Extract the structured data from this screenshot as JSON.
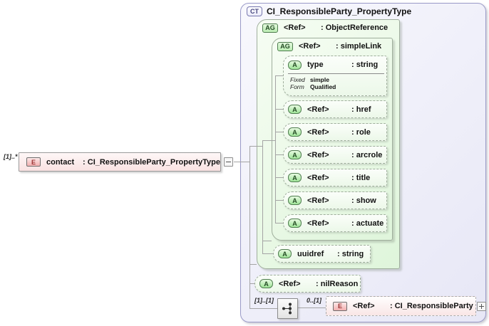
{
  "source": {
    "cardinality": "[1]..*",
    "badge": "E",
    "name": "contact",
    "type": ": CI_ResponsibleParty_PropertyType"
  },
  "complex_type": {
    "badge": "CT",
    "title": "CI_ResponsibleParty_PropertyType",
    "object_reference": {
      "badge": "AG",
      "name": "<Ref>",
      "type": ": ObjectReference",
      "simple_link": {
        "badge": "AG",
        "name": "<Ref>",
        "type": ": simpleLink",
        "type_attr": {
          "badge": "A",
          "name": "type",
          "type": ": string",
          "facets": [
            {
              "label": "Fixed",
              "value": "simple"
            },
            {
              "label": "Form",
              "value": "Qualified"
            }
          ]
        },
        "attrs": [
          {
            "badge": "A",
            "name": "<Ref>",
            "type": ": href"
          },
          {
            "badge": "A",
            "name": "<Ref>",
            "type": ": role"
          },
          {
            "badge": "A",
            "name": "<Ref>",
            "type": ": arcrole"
          },
          {
            "badge": "A",
            "name": "<Ref>",
            "type": ": title"
          },
          {
            "badge": "A",
            "name": "<Ref>",
            "type": ": show"
          },
          {
            "badge": "A",
            "name": "<Ref>",
            "type": ": actuate"
          }
        ]
      },
      "uuidref_attr": {
        "badge": "A",
        "name": "uuidref",
        "type": ": string"
      }
    },
    "nil_reason_attr": {
      "badge": "A",
      "name": "<Ref>",
      "type": ": nilReason"
    },
    "sequence": {
      "cardinality_left": "[1]..[1]",
      "cardinality_right": "0..[1]",
      "element": {
        "badge": "E",
        "name": "<Ref>",
        "type": ": CI_ResponsibleParty"
      }
    }
  },
  "icons": {
    "collapse": "minus-icon",
    "expand": "plus-icon",
    "compositor": "sequence-icon"
  },
  "colors": {
    "container_fill": "#EBEBF8",
    "container_border": "#9A9AC8",
    "group_fill": "#E9F9E5",
    "group_border": "#9FAE9C",
    "element_fill": "#F9E2E2",
    "line": "#A4A4A4"
  }
}
